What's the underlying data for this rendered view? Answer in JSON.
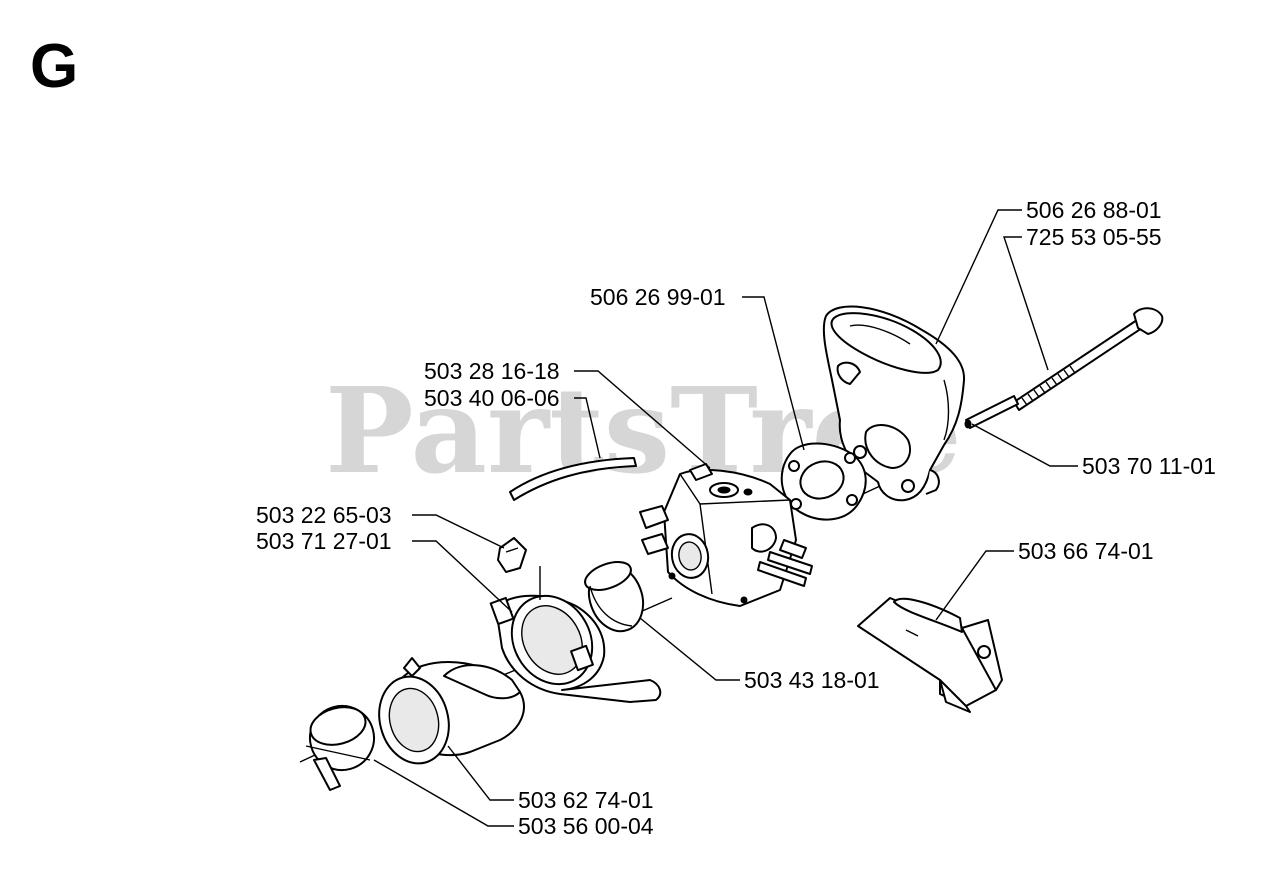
{
  "section_letter": "G",
  "watermark": {
    "text": "PartsTree",
    "mark": "TM"
  },
  "parts": [
    {
      "id": "muffler",
      "number": "506 26 88-01"
    },
    {
      "id": "bolt",
      "number": "725 53 05-55"
    },
    {
      "id": "gasket",
      "number": "506 26 99-01"
    },
    {
      "id": "carburetor",
      "number": "503 28 16-18"
    },
    {
      "id": "fuel-hose",
      "number": "503 40 06-06"
    },
    {
      "id": "spacer",
      "number": "503 70 11-01"
    },
    {
      "id": "clip",
      "number": "503 22 65-03"
    },
    {
      "id": "bracket",
      "number": "503 71 27-01"
    },
    {
      "id": "throttle-linkage",
      "number": "503 66 74-01"
    },
    {
      "id": "ring",
      "number": "503 43 18-01"
    },
    {
      "id": "intake-adapter",
      "number": "503 62 74-01"
    },
    {
      "id": "hose-clamp",
      "number": "503 56 00-04"
    }
  ]
}
